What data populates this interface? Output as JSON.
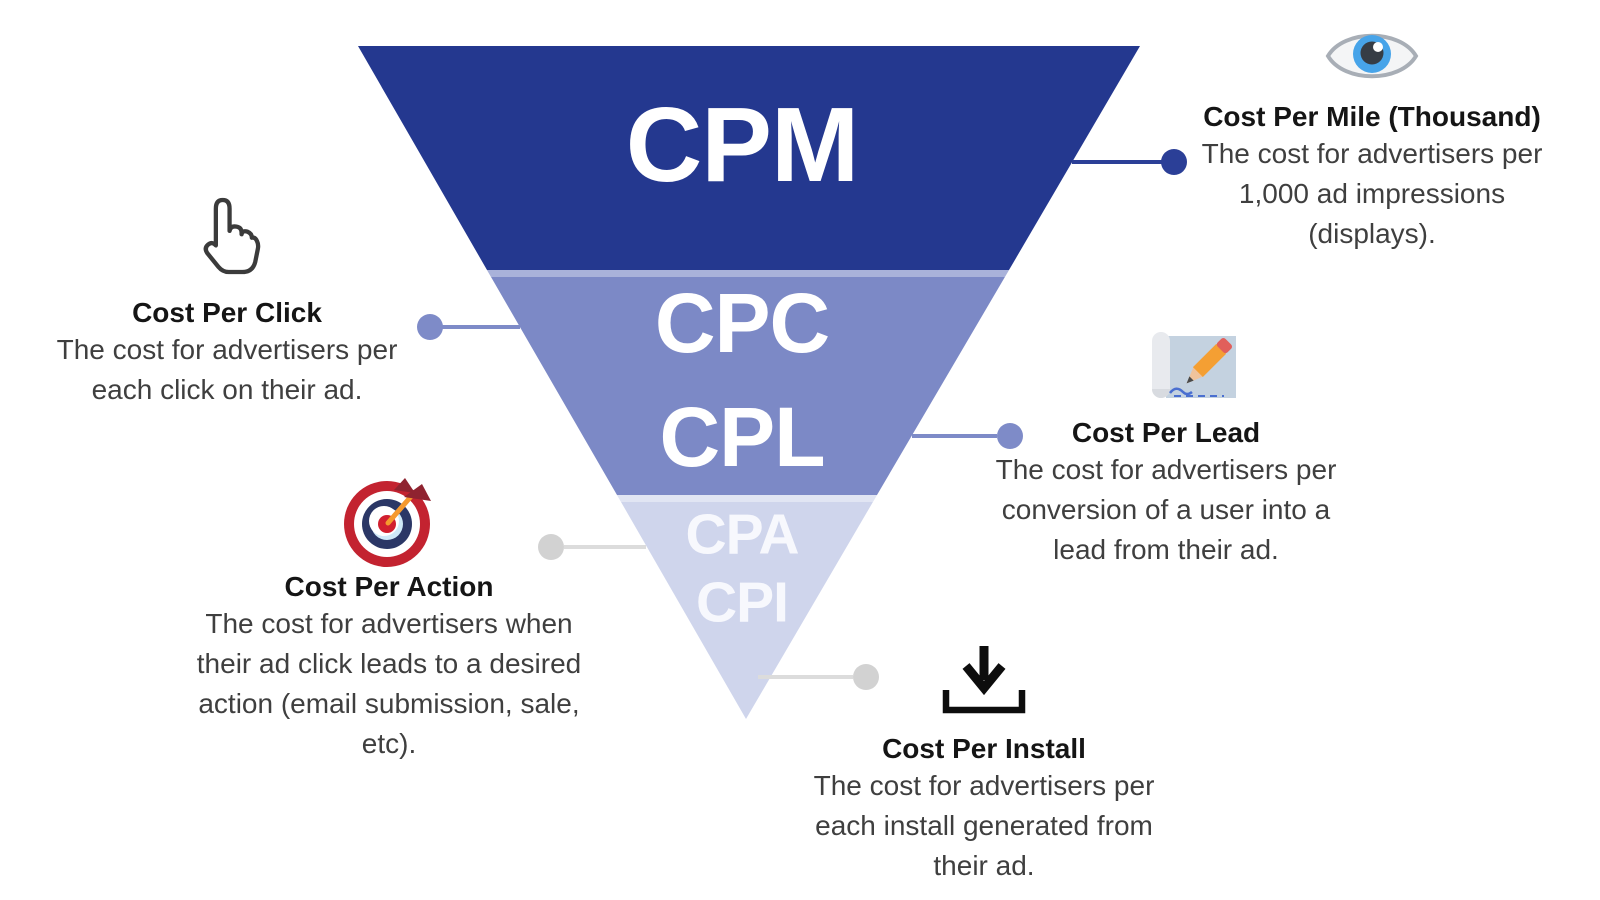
{
  "funnel": {
    "bands": [
      {
        "labels": [
          "CPM"
        ]
      },
      {
        "labels": [
          "CPC",
          "CPL"
        ]
      },
      {
        "labels": [
          "CPA",
          "CPI"
        ]
      }
    ]
  },
  "callouts": [
    {
      "id": "cpm",
      "icon": "eye-icon",
      "title": "Cost Per Mile (Thousand)",
      "lines": [
        "The cost for advertisers per",
        "1,000 ad impressions",
        "(displays)."
      ]
    },
    {
      "id": "cpc",
      "icon": "click-cursor-icon",
      "title": "Cost Per Click",
      "lines": [
        "The cost for advertisers per",
        "each click on their ad."
      ]
    },
    {
      "id": "cpl",
      "icon": "signature-pencil-icon",
      "title": "Cost Per Lead",
      "lines": [
        "The cost for advertisers per",
        "conversion of a user into a",
        "lead from their ad."
      ]
    },
    {
      "id": "cpa",
      "icon": "dartboard-target-icon",
      "title": "Cost Per Action",
      "lines": [
        "The cost for advertisers when",
        "their ad click leads to a desired",
        "action (email submission, sale,",
        "etc)."
      ]
    },
    {
      "id": "cpi",
      "icon": "download-icon",
      "title": "Cost Per Install",
      "lines": [
        "The cost for advertisers per",
        "each install generated from",
        "their ad."
      ]
    }
  ],
  "colors": {
    "band_dark": "#24388f",
    "band_mid": "#7c89c6",
    "band_light": "#cfd5ec",
    "connector_dark": "#2b3f97",
    "connector_mid": "#7e8bc8",
    "connector_gray": "#dcdcdc",
    "dot_gray": "#d2d2d2"
  }
}
